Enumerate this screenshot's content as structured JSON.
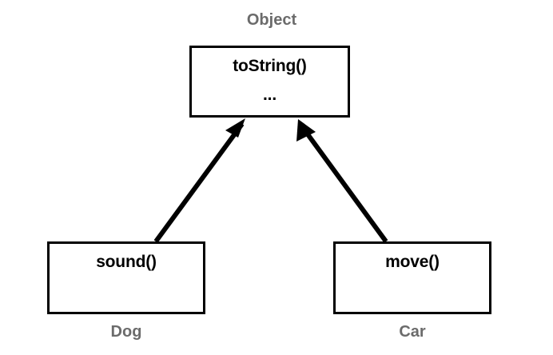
{
  "diagram": {
    "type": "uml-class-inheritance",
    "background_color": "#ffffff",
    "caption_color": "#6b6b6b",
    "line_color": "#000000",
    "box_border_color": "#000000",
    "nodes": [
      {
        "id": "object",
        "caption": "Object",
        "members": [
          "toString()",
          "..."
        ]
      },
      {
        "id": "dog",
        "caption": "Dog",
        "members": [
          "sound()"
        ]
      },
      {
        "id": "car",
        "caption": "Car",
        "members": [
          "move()"
        ]
      }
    ],
    "edges": [
      {
        "id": "dog-to-object",
        "from": "dog",
        "to": "object",
        "arrowhead": "solid-filled",
        "relation": "inherits"
      },
      {
        "id": "car-to-object",
        "from": "car",
        "to": "object",
        "arrowhead": "solid-filled",
        "relation": "inherits"
      }
    ]
  }
}
